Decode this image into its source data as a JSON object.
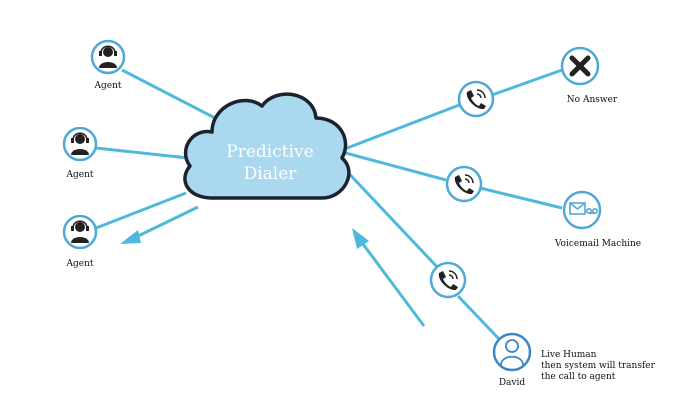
{
  "cloud": {
    "line1": "Predictive",
    "line2": "Dialer"
  },
  "agents": [
    {
      "label": "Agent"
    },
    {
      "label": "Agent"
    },
    {
      "label": "Agent"
    }
  ],
  "outcomes": {
    "no_answer": "No Answer",
    "voicemail": "Voicemail Machine",
    "live_name": "David",
    "live_line1": "Live Human",
    "live_line2": "then system will transfer",
    "live_line3": "the call to agent"
  },
  "colors": {
    "line": "#4fb8dc",
    "cloud_fill": "#a9d8ef",
    "cloud_outline": "#1c2330",
    "avatar_ring": "#4fa8d8",
    "icon": "#222222"
  },
  "icons": [
    "agent-headset-icon",
    "phone-ringing-icon",
    "close-x-icon",
    "voicemail-envelope-icon",
    "user-icon"
  ]
}
